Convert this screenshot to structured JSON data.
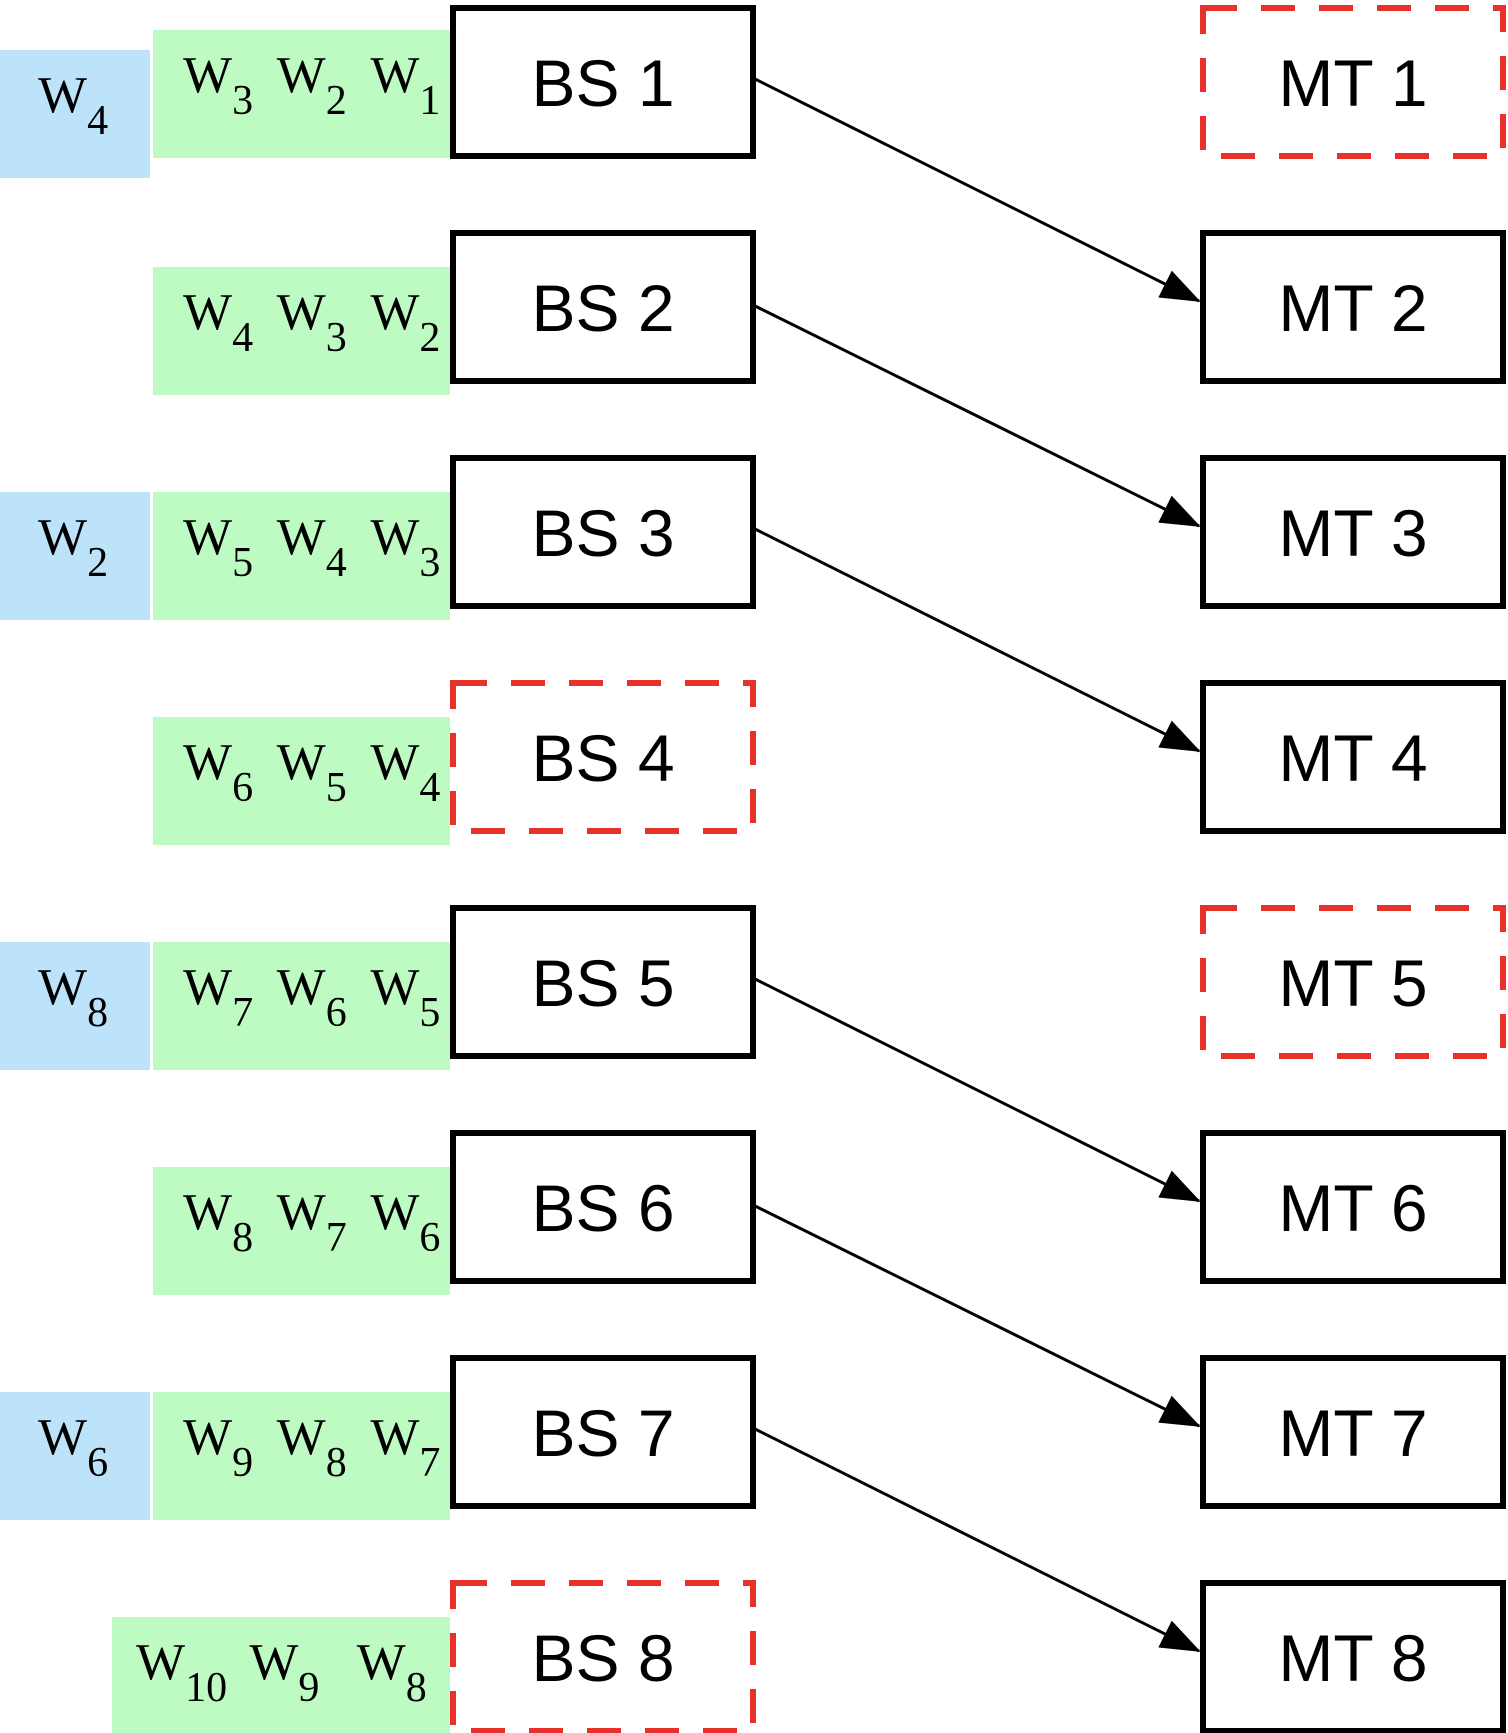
{
  "base_stations": [
    {
      "id": "bs1",
      "label": "BS 1",
      "active": true
    },
    {
      "id": "bs2",
      "label": "BS 2",
      "active": true
    },
    {
      "id": "bs3",
      "label": "BS 3",
      "active": true
    },
    {
      "id": "bs4",
      "label": "BS 4",
      "active": false
    },
    {
      "id": "bs5",
      "label": "BS 5",
      "active": true
    },
    {
      "id": "bs6",
      "label": "BS 6",
      "active": true
    },
    {
      "id": "bs7",
      "label": "BS 7",
      "active": true
    },
    {
      "id": "bs8",
      "label": "BS 8",
      "active": false
    }
  ],
  "mobile_terminals": [
    {
      "id": "mt1",
      "label": "MT 1",
      "active": false
    },
    {
      "id": "mt2",
      "label": "MT 2",
      "active": true
    },
    {
      "id": "mt3",
      "label": "MT 3",
      "active": true
    },
    {
      "id": "mt4",
      "label": "MT 4",
      "active": true
    },
    {
      "id": "mt5",
      "label": "MT 5",
      "active": false
    },
    {
      "id": "mt6",
      "label": "MT 6",
      "active": true
    },
    {
      "id": "mt7",
      "label": "MT 7",
      "active": true
    },
    {
      "id": "mt8",
      "label": "MT 8",
      "active": true
    }
  ],
  "links": [
    {
      "from": "BS 1",
      "to": "MT 2"
    },
    {
      "from": "BS 2",
      "to": "MT 3"
    },
    {
      "from": "BS 3",
      "to": "MT 4"
    },
    {
      "from": "BS 5",
      "to": "MT 6"
    },
    {
      "from": "BS 6",
      "to": "MT 7"
    },
    {
      "from": "BS 7",
      "to": "MT 8"
    }
  ],
  "green_queues": [
    {
      "bs": "BS 1",
      "items": [
        {
          "base": "W",
          "sub": "3"
        },
        {
          "base": "W",
          "sub": "2"
        },
        {
          "base": "W",
          "sub": "1"
        }
      ]
    },
    {
      "bs": "BS 2",
      "items": [
        {
          "base": "W",
          "sub": "4"
        },
        {
          "base": "W",
          "sub": "3"
        },
        {
          "base": "W",
          "sub": "2"
        }
      ]
    },
    {
      "bs": "BS 3",
      "items": [
        {
          "base": "W",
          "sub": "5"
        },
        {
          "base": "W",
          "sub": "4"
        },
        {
          "base": "W",
          "sub": "3"
        }
      ]
    },
    {
      "bs": "BS 4",
      "items": [
        {
          "base": "W",
          "sub": "6"
        },
        {
          "base": "W",
          "sub": "5"
        },
        {
          "base": "W",
          "sub": "4"
        }
      ]
    },
    {
      "bs": "BS 5",
      "items": [
        {
          "base": "W",
          "sub": "7"
        },
        {
          "base": "W",
          "sub": "6"
        },
        {
          "base": "W",
          "sub": "5"
        }
      ]
    },
    {
      "bs": "BS 6",
      "items": [
        {
          "base": "W",
          "sub": "8"
        },
        {
          "base": "W",
          "sub": "7"
        },
        {
          "base": "W",
          "sub": "6"
        }
      ]
    },
    {
      "bs": "BS 7",
      "items": [
        {
          "base": "W",
          "sub": "9"
        },
        {
          "base": "W",
          "sub": "8"
        },
        {
          "base": "W",
          "sub": "7"
        }
      ]
    },
    {
      "bs": "BS 8",
      "items": [
        {
          "base": "W",
          "sub": "10"
        },
        {
          "base": "W",
          "sub": "9"
        },
        {
          "base": "W",
          "sub": "8"
        }
      ]
    }
  ],
  "blue_tags": [
    {
      "bs": "BS 1",
      "base": "W",
      "sub": "4"
    },
    {
      "bs": "BS 3",
      "base": "W",
      "sub": "2"
    },
    {
      "bs": "BS 5",
      "base": "W",
      "sub": "8"
    },
    {
      "bs": "BS 7",
      "base": "W",
      "sub": "6"
    }
  ],
  "colors": {
    "active_border": "#000000",
    "inactive_border": "#e8312b",
    "queue_fill": "#bdfbc3",
    "tag_fill": "#bde3fb"
  }
}
